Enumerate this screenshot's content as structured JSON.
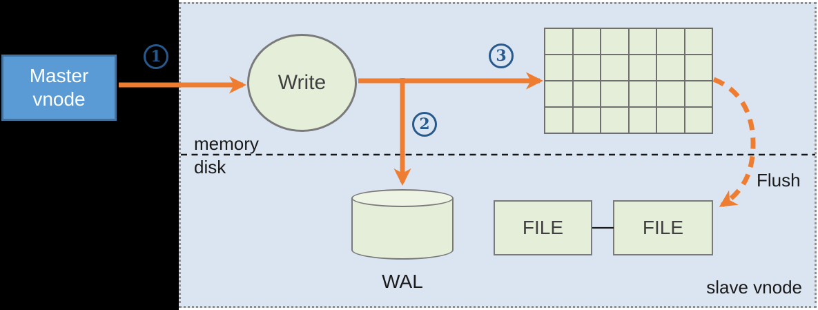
{
  "nodes": {
    "master": {
      "line1": "Master",
      "line2": "vnode"
    },
    "write": {
      "label": "Write"
    },
    "wal": {
      "label": "WAL"
    },
    "file1": {
      "label": "FILE"
    },
    "file2": {
      "label": "FILE"
    }
  },
  "steps": {
    "one": "1",
    "two": "2",
    "three": "3"
  },
  "labels": {
    "memory": "memory",
    "disk": "disk",
    "flush": "Flush",
    "slave_vnode": "slave vnode"
  },
  "mem_table": {
    "rows": 4,
    "cols": 6
  },
  "colors": {
    "panel_bg": "#dbe5f1",
    "panel_border": "#8f8f8f",
    "green_fill": "#e4eed8",
    "green_fill_light": "#eef4e4",
    "gray_border": "#7a7a7a",
    "grid_line": "#6f6f6f",
    "blue_fill": "#5b9bd5",
    "blue_border": "#41719c",
    "badge_blue": "#27598c",
    "orange": "#ee7d31",
    "text_dark": "#3f3f3f",
    "text_black": "#1a1a1a"
  }
}
